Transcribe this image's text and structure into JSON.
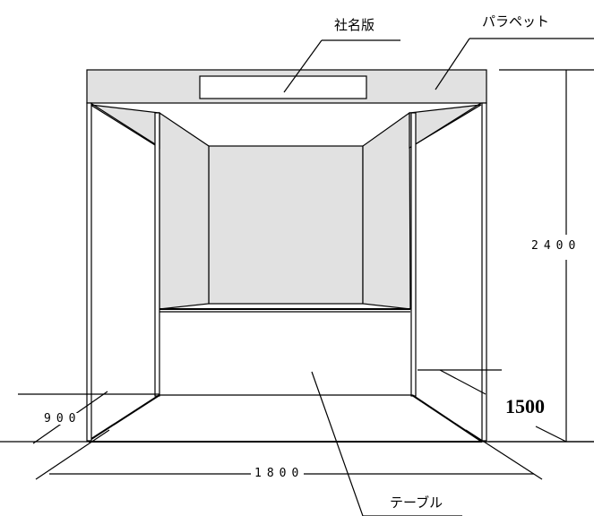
{
  "labels": {
    "company_sign": "社名版",
    "parapet": "パラペット",
    "table": "テーブル"
  },
  "dimensions": {
    "height": "2400",
    "table_height": "1500",
    "width": "1800",
    "depth": "900"
  },
  "colors": {
    "panel_fill": "#e1e1e1",
    "line": "#000000",
    "background": "#ffffff"
  }
}
